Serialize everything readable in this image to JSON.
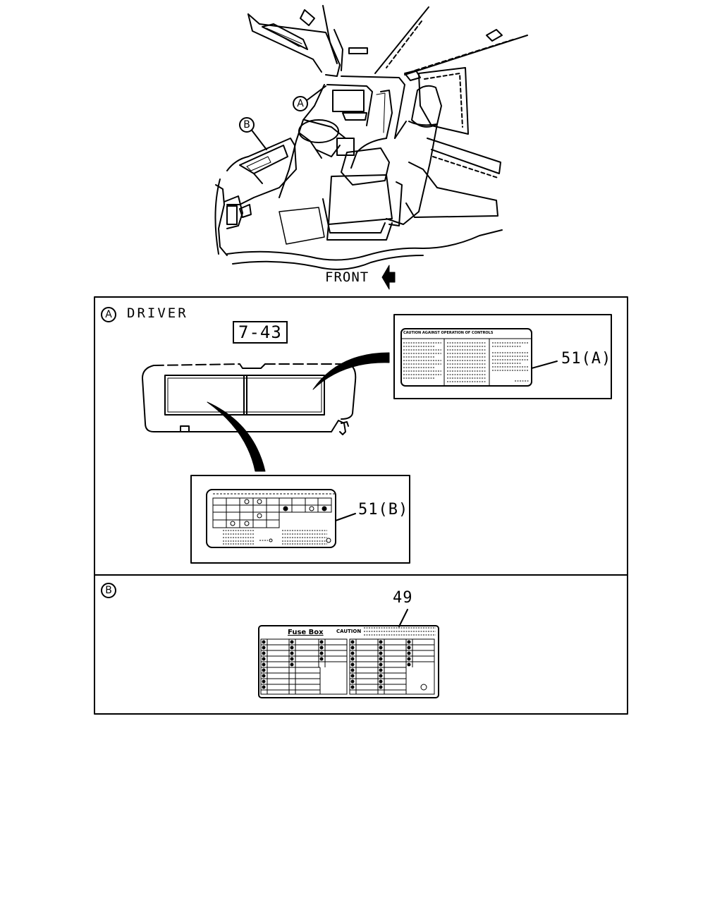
{
  "overview": {
    "callout_a": "A",
    "callout_b": "B",
    "front_label": "FRONT"
  },
  "panel_a": {
    "marker": "A",
    "title": "DRIVER",
    "ref_box": "7-43",
    "label_51a": "51(A)",
    "label_51b": "51(B)",
    "decal_51a_heading": "CAUTION AGAINST OPERATION OF CONTROLS"
  },
  "panel_b": {
    "marker": "B",
    "part_number": "49",
    "fuse_box_title": "Fuse Box",
    "caution": "CAUTION"
  }
}
